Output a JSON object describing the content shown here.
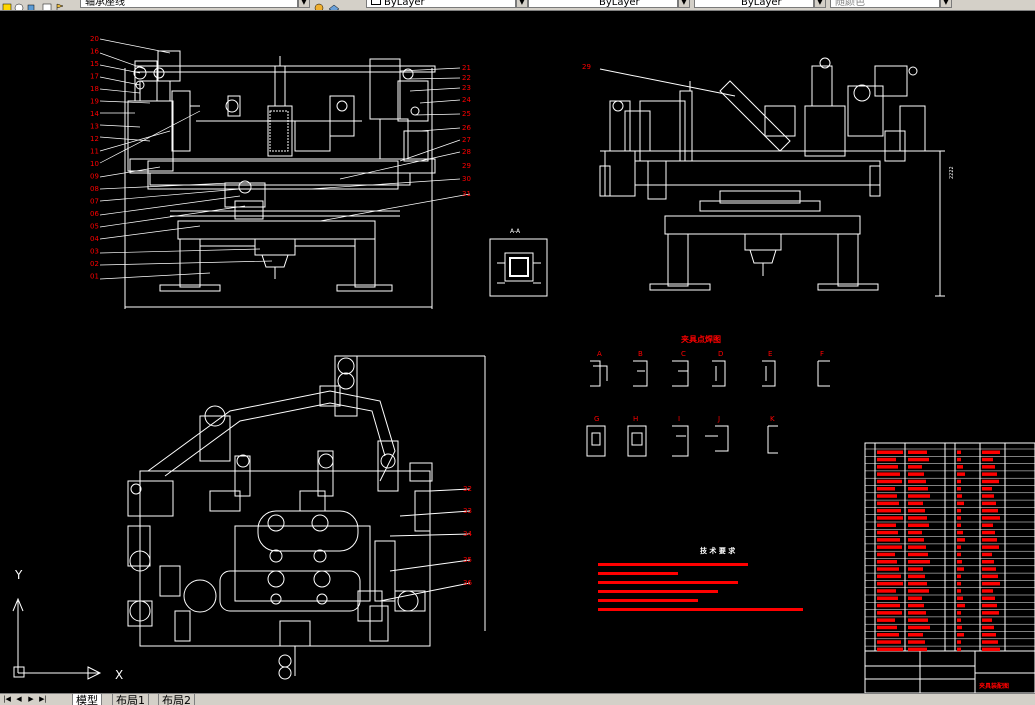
{
  "toolbar": {
    "layer_name": "轴承座线",
    "color_control": "ByLayer",
    "linetype_control": "ByLayer",
    "lineweight_control": "ByLayer",
    "plot_style": "随颜色"
  },
  "tabs": [
    {
      "label": "模型",
      "active": true
    },
    {
      "label": "布局1",
      "active": false
    },
    {
      "label": "布局2",
      "active": false
    }
  ],
  "ucs": {
    "x_label": "X",
    "y_label": "Y"
  },
  "drawing": {
    "section_view_label": "A-A",
    "weld_clamp_title": "夹具点焊图",
    "weld_labels_row1": [
      "A",
      "B",
      "C",
      "D",
      "E",
      "F"
    ],
    "weld_labels_row2": [
      "G",
      "H",
      "I",
      "J",
      "K"
    ],
    "tech_title": "技 术 要 求",
    "left_callouts": [
      "20",
      "16",
      "15",
      "17",
      "18",
      "19",
      "14",
      "13",
      "12",
      "11",
      "10",
      "09",
      "08",
      "07",
      "06",
      "05",
      "04",
      "03",
      "02",
      "01"
    ],
    "right_callouts": [
      "21",
      "22",
      "23",
      "24",
      "25",
      "26",
      "27",
      "28",
      "29",
      "30",
      "31"
    ],
    "plan_callouts": [
      "32",
      "33",
      "34",
      "35",
      "36"
    ],
    "right_view_callout": "29",
    "dimension_label": "2222",
    "title_block_text": "夹具装配图"
  },
  "colors": {
    "background": "#000000",
    "geometry": "#ffffff",
    "callouts": "#ff0000",
    "toolbar": "#d4d0c8"
  }
}
